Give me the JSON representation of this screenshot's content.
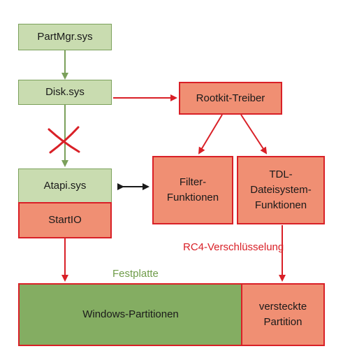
{
  "nodes": {
    "partmgr": "PartMgr.sys",
    "disk": "Disk.sys",
    "atapi": "Atapi.sys",
    "startio": "StartIO",
    "rootkit": "Rootkit-Treiber",
    "filter": "Filter-\nFunktionen",
    "tdl": "TDL-\nDateisystem-\nFunktionen",
    "windows": "Windows-Partitionen",
    "hidden": "versteckte\nPartition"
  },
  "labels": {
    "disk_label": "Festplatte",
    "cipher_label": "RC4-Verschlüsselung"
  },
  "colors": {
    "green_fill": "#c9dcb0",
    "green_border": "#7ba05b",
    "arrow_green": "#7ba05b",
    "red_fill": "#f08f73",
    "red_border": "#d92027",
    "arrow_red": "#d92027",
    "disk_fill": "#84ad62",
    "label_green": "#6f9c49"
  }
}
